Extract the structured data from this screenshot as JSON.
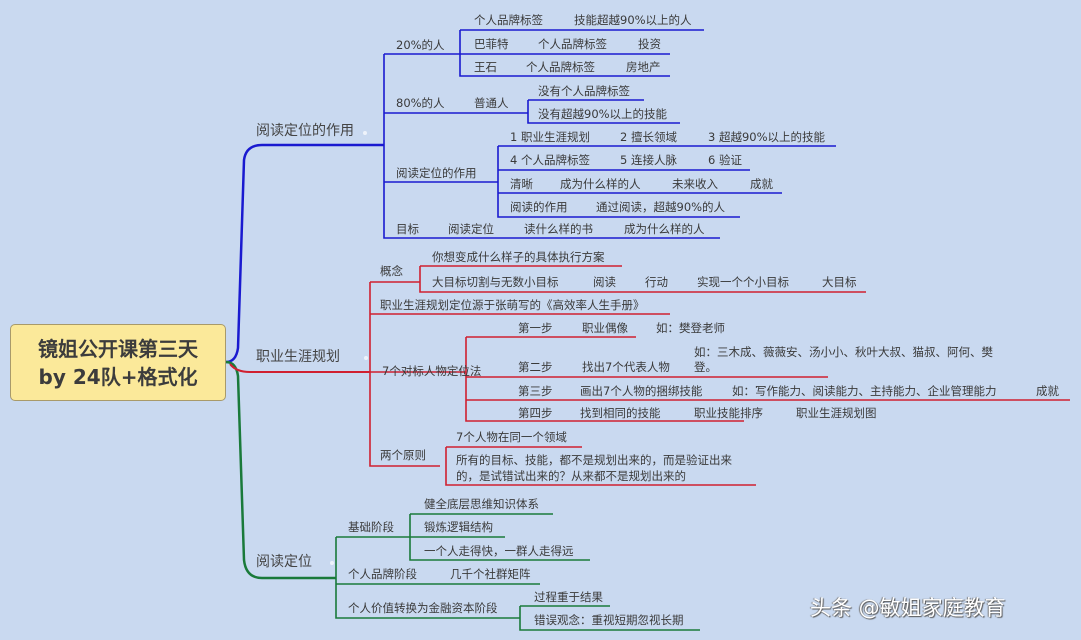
{
  "root": {
    "line1": "镜姐公开课第三天",
    "line2": "by 24队+格式化",
    "color": "#fbe99a"
  },
  "colors": {
    "background": "#c9d9f0",
    "branch1": "#1a1ad0",
    "branch2": "#d02030",
    "branch3": "#1a7a3a"
  },
  "branch1": {
    "title": "阅读定位的作用",
    "n20": {
      "label": "20%的人",
      "rows": [
        [
          "个人品牌标签",
          "技能超越90%以上的人"
        ],
        [
          "巴菲特",
          "个人品牌标签",
          "投资"
        ],
        [
          "王石",
          "个人品牌标签",
          "房地产"
        ]
      ]
    },
    "n80": {
      "label": "80%的人",
      "mid": "普通人",
      "rows": [
        "没有个人品牌标签",
        "没有超越90%以上的技能"
      ]
    },
    "role": {
      "label": "阅读定位的作用",
      "rows": [
        [
          "1 职业生涯规划",
          "2 擅长领域",
          "3 超越90%以上的技能"
        ],
        [
          "4 个人品牌标签",
          "5 连接人脉",
          "6 验证"
        ],
        [
          "清晰",
          "成为什么样的人",
          "未来收入",
          "成就"
        ],
        [
          "阅读的作用",
          "通过阅读，超越90%的人"
        ]
      ]
    },
    "goal": {
      "items": [
        "目标",
        "阅读定位",
        "读什么样的书",
        "成为什么样的人"
      ]
    }
  },
  "branch2": {
    "title": "职业生涯规划",
    "concept": {
      "label": "概念",
      "rows": [
        [
          "你想变成什么样子的具体执行方案"
        ],
        [
          "大目标切割与无数小目标",
          "阅读",
          "行动",
          "实现一个个小目标",
          "大目标"
        ]
      ]
    },
    "source": "职业生涯规划定位源于张萌写的《高效率人生手册》",
    "method": {
      "label": "7个对标人物定位法",
      "rows": [
        [
          "第一步",
          "职业偶像",
          "如：樊登老师"
        ],
        [
          "第二步",
          "找出7个代表人物",
          "如：三木成、薇薇安、汤小小、秋叶大叔、猫叔、阿何、樊登。"
        ],
        [
          "第三步",
          "画出7个人物的捆绑技能",
          "如：写作能力、阅读能力、主持能力、企业管理能力",
          "成就"
        ],
        [
          "第四步",
          "找到相同的技能",
          "职业技能排序",
          "职业生涯规划图"
        ]
      ]
    },
    "principles": {
      "label": "两个原则",
      "rows": [
        "7个人物在同一个领域",
        "所有的目标、技能，都不是规划出来的，而是验证出来的，是试错试出来的？从来都不是规划出来的"
      ],
      "row2_line1": "所有的目标、技能，都不是规划出来的，而是验证出来",
      "row2_line2": "的，是试错试出来的？从来都不是规划出来的"
    }
  },
  "branch3": {
    "title": "阅读定位",
    "basic": {
      "label": "基础阶段",
      "rows": [
        "健全底层思维知识体系",
        "锻炼逻辑结构",
        "一个人走得快，一群人走得远"
      ]
    },
    "brand": {
      "label": "个人品牌阶段",
      "value": "几千个社群矩阵"
    },
    "finance": {
      "label": "个人价值转换为金融资本阶段",
      "rows": [
        "过程重于结果",
        "错误观念：重视短期忽视长期"
      ]
    }
  },
  "watermark": "头条 @敏姐家庭教育"
}
